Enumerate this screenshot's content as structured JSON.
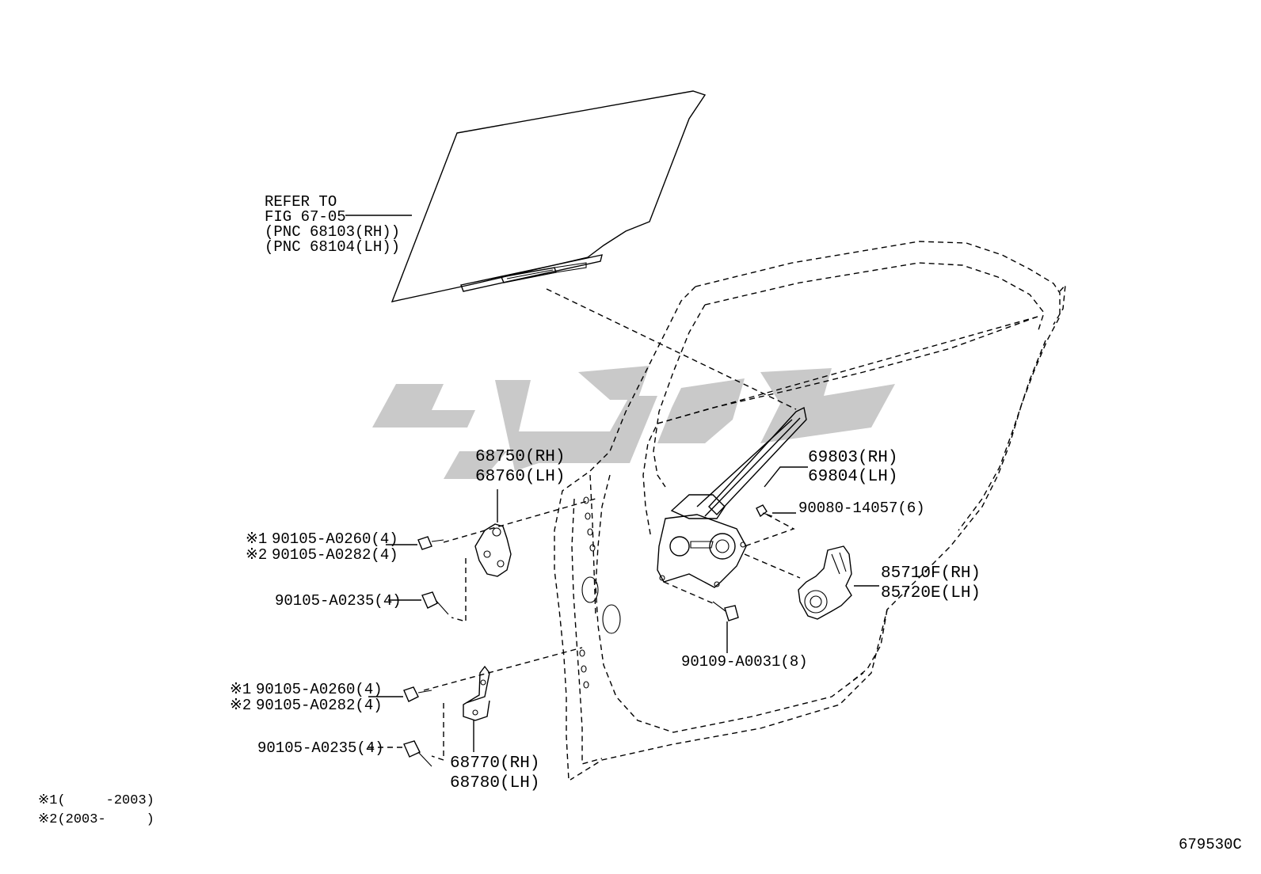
{
  "diagram_id": "679530C",
  "glass": {
    "ref_lines": [
      "REFER TO",
      "FIG 67-05",
      "(PNC 68103(RH))",
      "(PNC 68104(LH))"
    ]
  },
  "parts": {
    "upper_hinge": [
      "68750(RH)",
      "68760(LH)"
    ],
    "regulator": [
      "69803(RH)",
      "69804(LH)"
    ],
    "regulator_bolt": "90080-14057(6)",
    "motor": [
      "85710F(RH)",
      "85720E(LH)"
    ],
    "motor_screw": "90109-A0031(8)",
    "lower_hinge": [
      "68770(RH)",
      "68780(LH)"
    ]
  },
  "bolts": {
    "upper_1": {
      "mark": "※1",
      "part": "90105-A0260(4)"
    },
    "upper_2": {
      "mark": "※2",
      "part": "90105-A0282(4)"
    },
    "upper_3": {
      "part": "90105-A0235(4)"
    },
    "lower_1": {
      "mark": "※1",
      "part": "90105-A0260(4)"
    },
    "lower_2": {
      "mark": "※2",
      "part": "90105-A0282(4)"
    },
    "lower_3": {
      "part": "90105-A0235(4)"
    }
  },
  "footnotes": [
    "※1(     -2003)",
    "※2(2003-     )"
  ],
  "icons": {
    "watermark": "watermark-logo"
  }
}
